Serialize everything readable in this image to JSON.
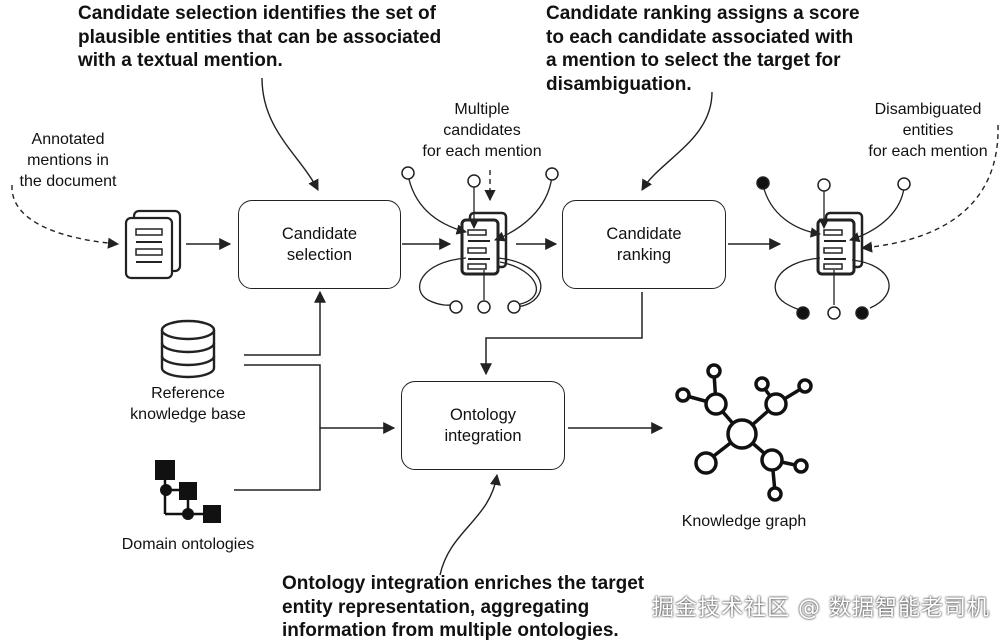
{
  "callouts": {
    "selection": [
      "Candidate selection identifies the set of",
      "plausible entities that can be associated",
      "with a textual mention."
    ],
    "ranking": [
      "Candidate ranking assigns a score",
      "to each candidate associated with",
      "a mention to select the target for",
      "disambiguation."
    ],
    "ontology": [
      "Ontology integration enriches the target",
      "entity representation, aggregating",
      "information from multiple ontologies."
    ]
  },
  "labels": {
    "annotated": [
      "Annotated",
      "mentions in",
      "the document"
    ],
    "multiple": [
      "Multiple",
      "candidates",
      "for each mention"
    ],
    "disambiguated": [
      "Disambiguated",
      "entities",
      "for each mention"
    ],
    "reference_kb": [
      "Reference",
      "knowledge base"
    ],
    "domain_ontologies": "Domain ontologies",
    "knowledge_graph": "Knowledge graph"
  },
  "boxes": {
    "candidate_selection": [
      "Candidate",
      "selection"
    ],
    "candidate_ranking": [
      "Candidate",
      "ranking"
    ],
    "ontology_integration": [
      "Ontology",
      "integration"
    ]
  },
  "watermark": "掘金技术社区 @ 数据智能老司机",
  "icons": [
    "document-icon",
    "database-icon",
    "ontology-tree-icon",
    "knowledge-graph-icon",
    "candidate-document-icon",
    "disambiguated-document-icon"
  ],
  "colors": {
    "stroke": "#222222",
    "fill_dark": "#111111",
    "text": "#111111",
    "background": "#ffffff"
  }
}
